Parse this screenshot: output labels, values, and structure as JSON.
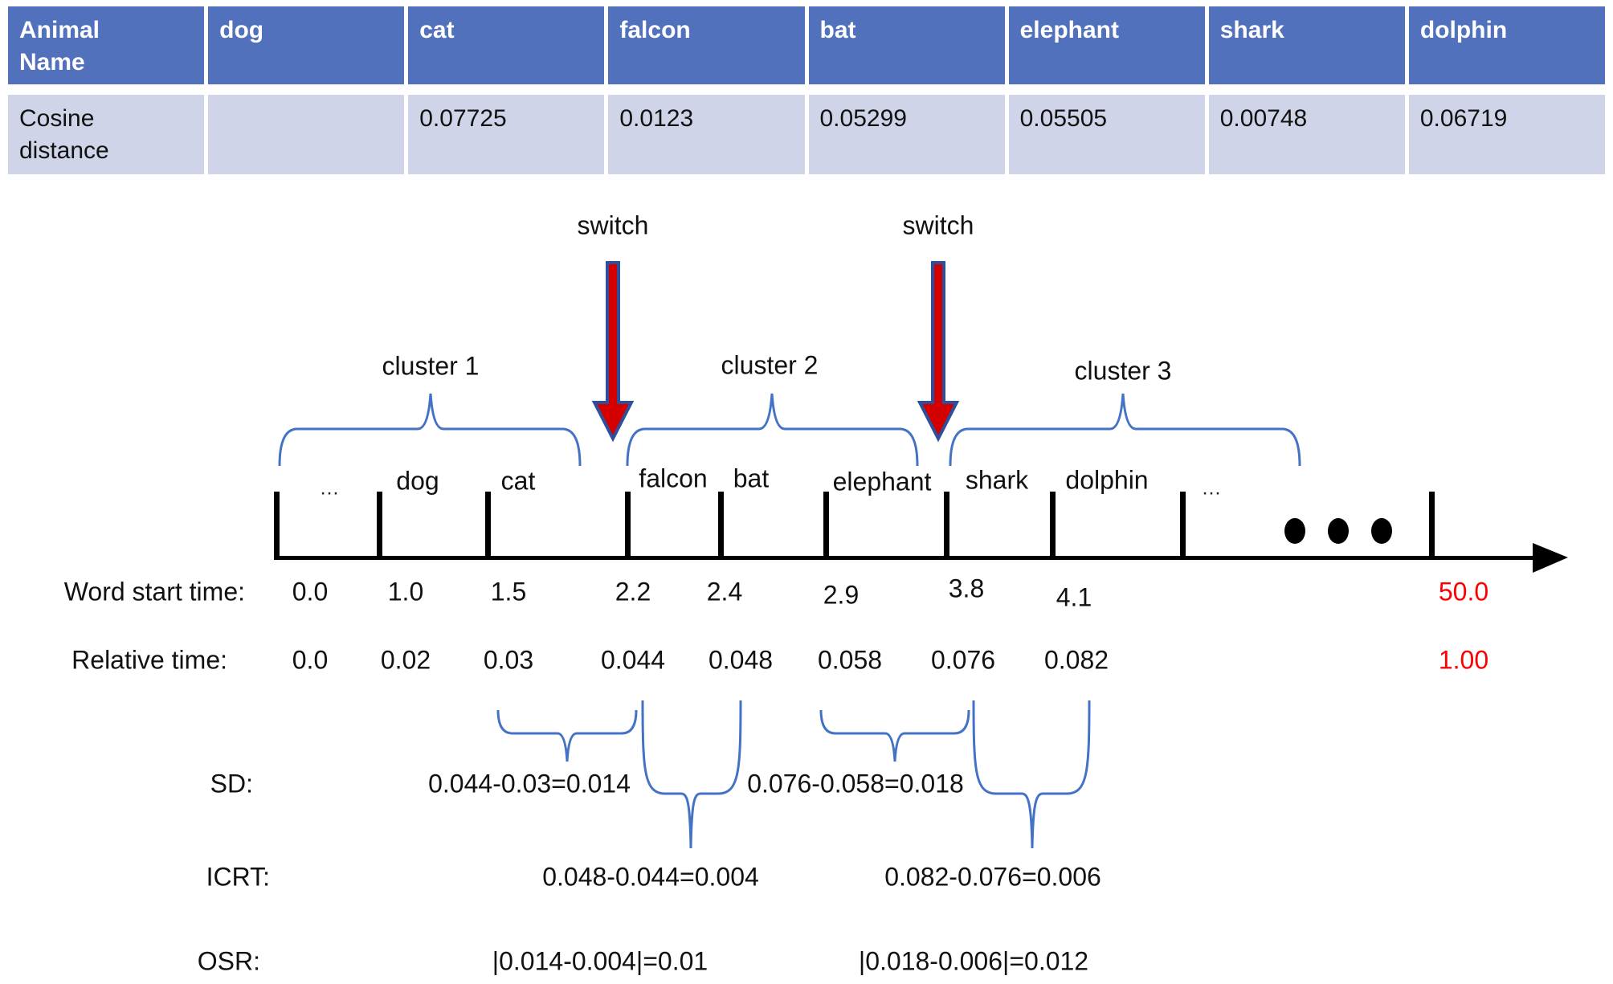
{
  "table": {
    "header": [
      "Animal Name",
      "dog",
      "cat",
      "falcon",
      "bat",
      "elephant",
      "shark",
      "dolphin"
    ],
    "row_label": "Cosine distance",
    "values": [
      "",
      "0.07725",
      "0.0123",
      "0.05299",
      "0.05505",
      "0.00748",
      "0.06719"
    ]
  },
  "colors": {
    "header_bg": "#5271BC",
    "row_bg": "#CFD4E8",
    "brace_blue": "#4472C4",
    "arrow_red": "#D40000",
    "arrow_border": "#2E4F9E",
    "highlight_red": "#FF0000"
  },
  "diagram": {
    "switch_labels": [
      "switch",
      "switch"
    ],
    "cluster_labels": [
      "cluster 1",
      "cluster 2",
      "cluster 3"
    ],
    "timeline_words": [
      "…",
      "dog",
      "cat",
      "falcon",
      "bat",
      "elephant",
      "shark",
      "dolphin",
      "…"
    ],
    "word_start_label": "Word start time:",
    "word_start_values": [
      "0.0",
      "1.0",
      "1.5",
      "2.2",
      "2.4",
      "2.9",
      "3.8",
      "4.1"
    ],
    "word_start_end": "50.0",
    "relative_label": "Relative time:",
    "relative_values": [
      "0.0",
      "0.02",
      "0.03",
      "0.044",
      "0.048",
      "0.058",
      "0.076",
      "0.082"
    ],
    "relative_end": "1.00",
    "sd": {
      "label": "SD:",
      "formulas": [
        "0.044-0.03=0.014",
        "0.076-0.058=0.018"
      ]
    },
    "icrt": {
      "label": "ICRT:",
      "formulas": [
        "0.048-0.044=0.004",
        "0.082-0.076=0.006"
      ]
    },
    "osr": {
      "label": "OSR:",
      "formulas": [
        "|0.014-0.004|=0.01",
        "|0.018-0.006|=0.012"
      ]
    }
  }
}
